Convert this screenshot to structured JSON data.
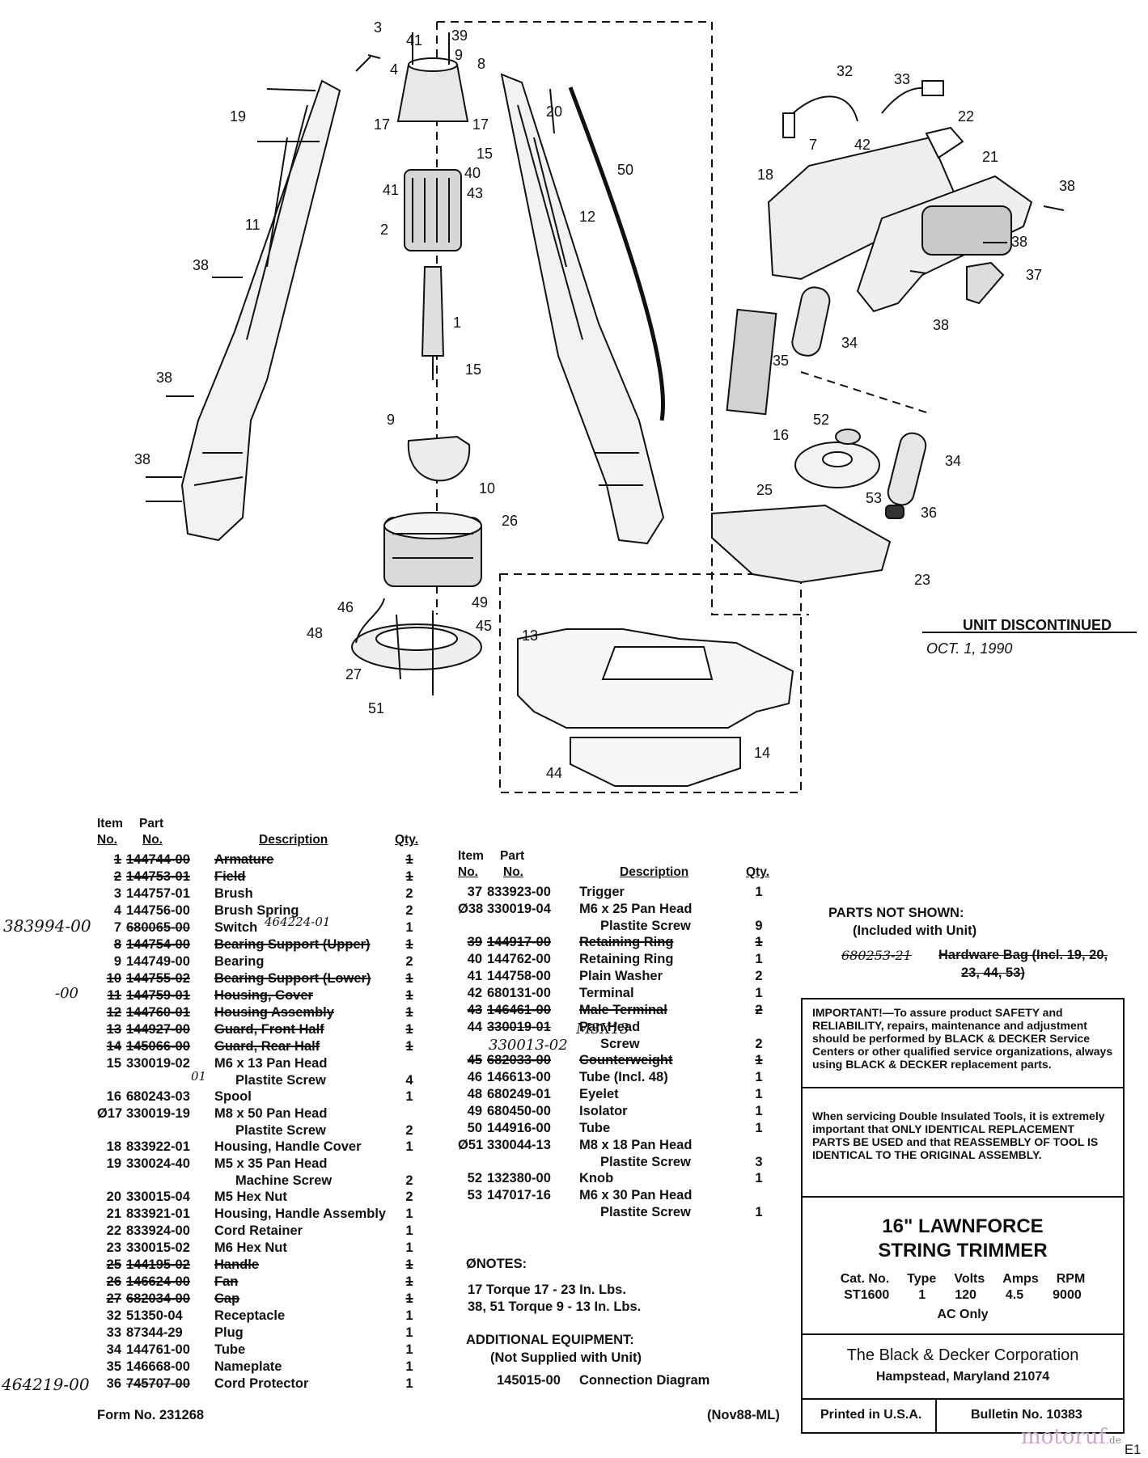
{
  "diagram": {
    "callouts": [
      "1",
      "2",
      "3",
      "4",
      "7",
      "8",
      "9",
      "9",
      "10",
      "11",
      "12",
      "13",
      "14",
      "15",
      "15",
      "16",
      "17",
      "17",
      "18",
      "19",
      "20",
      "21",
      "22",
      "23",
      "25",
      "26",
      "27",
      "32",
      "33",
      "34",
      "34",
      "35",
      "36",
      "37",
      "38",
      "38",
      "38",
      "38",
      "38",
      "38",
      "39",
      "40",
      "41",
      "41",
      "42",
      "43",
      "44",
      "45",
      "46",
      "48",
      "49",
      "50",
      "51",
      "52",
      "53"
    ],
    "stamp_text": "UNIT DISCONTINUED",
    "stamp_date": "OCT. 1, 1990"
  },
  "left_table": {
    "header": {
      "item": "Item",
      "no": "No.",
      "part": "Part",
      "part_no": "No.",
      "description": "Description",
      "qty": "Qty."
    },
    "rows": [
      {
        "item": "1",
        "part": "144744-00",
        "desc": "Armature",
        "qty": "1",
        "struck": true
      },
      {
        "item": "2",
        "part": "144753-01",
        "desc": "Field",
        "qty": "1",
        "struck": true
      },
      {
        "item": "3",
        "part": "144757-01",
        "desc": "Brush",
        "qty": "2"
      },
      {
        "item": "4",
        "part": "144756-00",
        "desc": "Brush Spring",
        "qty": "2"
      },
      {
        "item": "7",
        "part": "680065-00",
        "desc": "Switch",
        "qty": "1",
        "part_struck": true
      },
      {
        "item": "8",
        "part": "144754-00",
        "desc": "Bearing Support (Upper)",
        "qty": "1",
        "struck": true
      },
      {
        "item": "9",
        "part": "144749-00",
        "desc": "Bearing",
        "qty": "2"
      },
      {
        "item": "10",
        "part": "144755-02",
        "desc": "Bearing Support (Lower)",
        "qty": "1",
        "struck": true
      },
      {
        "item": "11",
        "part": "144759-01",
        "desc": "Housing, Cover",
        "qty": "1",
        "struck": true
      },
      {
        "item": "12",
        "part": "144760-01",
        "desc": "Housing Assembly",
        "qty": "1",
        "struck": true
      },
      {
        "item": "13",
        "part": "144927-00",
        "desc": "Guard, Front Half",
        "qty": "1",
        "struck": true
      },
      {
        "item": "14",
        "part": "145066-00",
        "desc": "Guard, Rear Half",
        "qty": "1",
        "struck": true
      },
      {
        "item": "15",
        "part": "330019-02",
        "desc": "M6 x 13 Pan Head",
        "qty": ""
      },
      {
        "item": "",
        "part": "",
        "desc": "Plastite Screw",
        "qty": "4",
        "cont": true
      },
      {
        "item": "16",
        "part": "680243-03",
        "desc": "Spool",
        "qty": "1"
      },
      {
        "item": "Ø17",
        "part": "330019-19",
        "desc": "M8 x 50 Pan Head",
        "qty": ""
      },
      {
        "item": "",
        "part": "",
        "desc": "Plastite Screw",
        "qty": "2",
        "cont": true
      },
      {
        "item": "18",
        "part": "833922-01",
        "desc": "Housing, Handle Cover",
        "qty": "1"
      },
      {
        "item": "19",
        "part": "330024-40",
        "desc": "M5 x 35 Pan Head",
        "qty": ""
      },
      {
        "item": "",
        "part": "",
        "desc": "Machine Screw",
        "qty": "2",
        "cont": true
      },
      {
        "item": "20",
        "part": "330015-04",
        "desc": "M5 Hex Nut",
        "qty": "2"
      },
      {
        "item": "21",
        "part": "833921-01",
        "desc": "Housing, Handle Assembly",
        "qty": "1"
      },
      {
        "item": "22",
        "part": "833924-00",
        "desc": "Cord Retainer",
        "qty": "1"
      },
      {
        "item": "23",
        "part": "330015-02",
        "desc": "M6 Hex Nut",
        "qty": "1"
      },
      {
        "item": "25",
        "part": "144195-02",
        "desc": "Handle",
        "qty": "1",
        "struck": true
      },
      {
        "item": "26",
        "part": "146624-00",
        "desc": "Fan",
        "qty": "1",
        "struck": true
      },
      {
        "item": "27",
        "part": "682034-00",
        "desc": "Cap",
        "qty": "1",
        "struck": true
      },
      {
        "item": "32",
        "part": "51350-04",
        "desc": "Receptacle",
        "qty": "1"
      },
      {
        "item": "33",
        "part": "87344-29",
        "desc": "Plug",
        "qty": "1"
      },
      {
        "item": "34",
        "part": "144761-00",
        "desc": "Tube",
        "qty": "1"
      },
      {
        "item": "35",
        "part": "146668-00",
        "desc": "Nameplate",
        "qty": "1"
      },
      {
        "item": "36",
        "part": "745707-00",
        "desc": "Cord Protector",
        "qty": "1",
        "part_struck": true
      }
    ],
    "handwritten": {
      "switch_new": "464224-01",
      "item7_new": "383994-00",
      "item11_suffix": "-00",
      "item15_rev": "01",
      "item36_new": "464219-00"
    }
  },
  "right_table": {
    "header": {
      "item": "Item",
      "no": "No.",
      "part": "Part",
      "part_no": "No.",
      "description": "Description",
      "qty": "Qty."
    },
    "rows": [
      {
        "item": "37",
        "part": "833923-00",
        "desc": "Trigger",
        "qty": "1"
      },
      {
        "item": "Ø38",
        "part": "330019-04",
        "desc": "M6 x 25 Pan Head",
        "qty": ""
      },
      {
        "item": "",
        "part": "",
        "desc": "Plastite Screw",
        "qty": "9",
        "cont": true
      },
      {
        "item": "39",
        "part": "144917-00",
        "desc": "Retaining Ring",
        "qty": "1",
        "struck": true
      },
      {
        "item": "40",
        "part": "144762-00",
        "desc": "Retaining Ring",
        "qty": "1"
      },
      {
        "item": "41",
        "part": "144758-00",
        "desc": "Plain Washer",
        "qty": "2"
      },
      {
        "item": "42",
        "part": "680131-00",
        "desc": "Terminal",
        "qty": "1"
      },
      {
        "item": "43",
        "part": "146461-00",
        "desc": "Male Terminal",
        "qty": "2",
        "struck": true
      },
      {
        "item": "44",
        "part": "330019-01",
        "desc": "Pan Head",
        "qty": "",
        "part_struck": true
      },
      {
        "item": "",
        "part": "",
        "desc": "Screw",
        "qty": "2",
        "cont": true
      },
      {
        "item": "45",
        "part": "682033-00",
        "desc": "Counterweight",
        "qty": "1",
        "struck": true
      },
      {
        "item": "46",
        "part": "146613-00",
        "desc": "Tube (Incl. 48)",
        "qty": "1"
      },
      {
        "item": "48",
        "part": "680249-01",
        "desc": "Eyelet",
        "qty": "1"
      },
      {
        "item": "49",
        "part": "680450-00",
        "desc": "Isolator",
        "qty": "1"
      },
      {
        "item": "50",
        "part": "144916-00",
        "desc": "Tube",
        "qty": "1"
      },
      {
        "item": "Ø51",
        "part": "330044-13",
        "desc": "M8 x 18 Pan Head",
        "qty": ""
      },
      {
        "item": "",
        "part": "",
        "desc": "Plastite Screw",
        "qty": "3",
        "cont": true
      },
      {
        "item": "52",
        "part": "132380-00",
        "desc": "Knob",
        "qty": "1"
      },
      {
        "item": "53",
        "part": "147017-16",
        "desc": "M6 x 30 Pan Head",
        "qty": ""
      },
      {
        "item": "",
        "part": "",
        "desc": "Plastite Screw",
        "qty": "1",
        "cont": true
      }
    ],
    "handwritten": {
      "item44_desc": "M3X13",
      "item44_part": "330013-02"
    }
  },
  "notes": {
    "heading": "ØNOTES:",
    "line1": "17   Torque 17 - 23 In. Lbs.",
    "line2": "38, 51  Torque 9 - 13 In. Lbs."
  },
  "additional": {
    "heading": "ADDITIONAL EQUIPMENT:",
    "sub": "(Not Supplied with Unit)",
    "part": "145015-00",
    "desc": "Connection Diagram"
  },
  "parts_not_shown": {
    "heading": "PARTS NOT SHOWN:",
    "sub": "(Included with Unit)",
    "line1": "Hardware Bag (Incl. 19, 20,",
    "line2": "23, 44, 53)",
    "hand_part": "680253-21"
  },
  "important": "IMPORTANT!—To assure product SAFETY and RELIABILITY, repairs, maintenance and adjustment should be performed by BLACK & DECKER Service Centers or other qualified service organizations, always using BLACK & DECKER replacement parts.",
  "double_insulated": "When servicing Double Insulated Tools, it is extremely important that ONLY IDENTICAL REPLACEMENT PARTS BE USED and that REASSEMBLY OF TOOL IS IDENTICAL TO THE ORIGINAL ASSEMBLY.",
  "product": {
    "title1": "16\" LAWNFORCE",
    "title2": "STRING TRIMMER",
    "spec_headers": [
      "Cat. No.",
      "Type",
      "Volts",
      "Amps",
      "RPM"
    ],
    "spec_values": [
      "ST1600",
      "1",
      "120",
      "4.5",
      "9000"
    ],
    "ac": "AC Only"
  },
  "corporation": {
    "name": "The Black & Decker Corporation",
    "address": "Hampstead, Maryland 21074"
  },
  "footer": {
    "form_no": "Form No. 231268",
    "date_code": "(Nov88-ML)",
    "printed": "Printed in U.S.A.",
    "bulletin": "Bulletin No. 10383",
    "watermark": "motoruf",
    "watermark_tld": ".de",
    "corner": "E1"
  }
}
